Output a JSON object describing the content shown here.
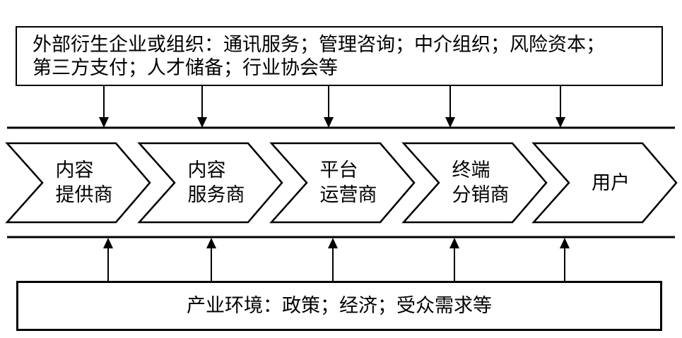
{
  "external_box": {
    "text": "外部衍生企业或组织：通讯服务；管理咨询；中介组织；风险资本；\n第三方支付；人才储备；行业协会等"
  },
  "chain": {
    "items": [
      {
        "label": "内容\n提供商"
      },
      {
        "label": "内容\n服务商"
      },
      {
        "label": "平台\n运营商"
      },
      {
        "label": "终端\n分销商"
      },
      {
        "label": "用户"
      }
    ]
  },
  "environment_box": {
    "text": "产业环境：政策；经济；受众需求等"
  },
  "colors": {
    "stroke": "#000000",
    "background": "#ffffff",
    "shape_fill": "#ffffff"
  }
}
